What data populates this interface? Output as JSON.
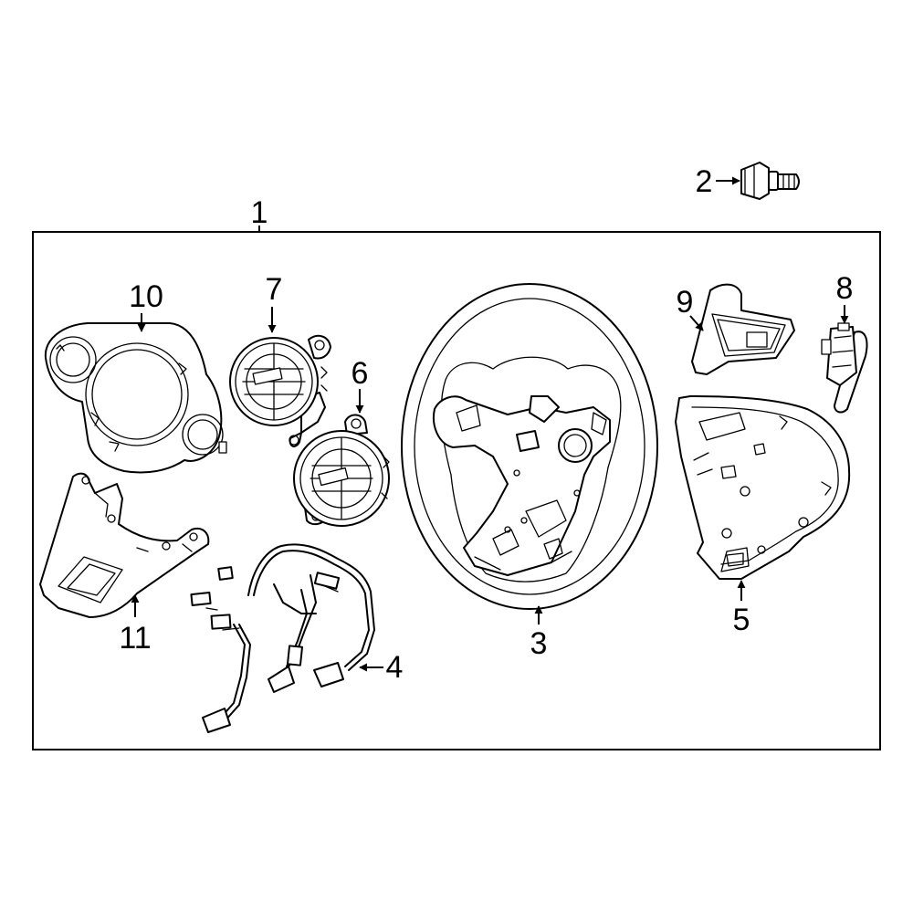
{
  "diagram": {
    "callouts": [
      {
        "id": "1",
        "label": "1"
      },
      {
        "id": "2",
        "label": "2"
      },
      {
        "id": "3",
        "label": "3"
      },
      {
        "id": "4",
        "label": "4"
      },
      {
        "id": "5",
        "label": "5"
      },
      {
        "id": "6",
        "label": "6"
      },
      {
        "id": "7",
        "label": "7"
      },
      {
        "id": "8",
        "label": "8"
      },
      {
        "id": "9",
        "label": "9"
      },
      {
        "id": "10",
        "label": "10"
      },
      {
        "id": "11",
        "label": "11"
      }
    ],
    "parts": [
      {
        "callout": "1",
        "icon": "assembly-frame"
      },
      {
        "callout": "2",
        "icon": "bolt-icon"
      },
      {
        "callout": "3",
        "icon": "steering-wheel-icon"
      },
      {
        "callout": "4",
        "icon": "wiring-harness-icon"
      },
      {
        "callout": "5",
        "icon": "rear-cover-icon"
      },
      {
        "callout": "6",
        "icon": "switch-icon"
      },
      {
        "callout": "7",
        "icon": "switch-icon"
      },
      {
        "callout": "8",
        "icon": "paddle-switch-icon"
      },
      {
        "callout": "9",
        "icon": "trim-bezel-icon"
      },
      {
        "callout": "10",
        "icon": "upper-trim-cover-icon"
      },
      {
        "callout": "11",
        "icon": "lower-trim-cover-icon"
      }
    ]
  }
}
